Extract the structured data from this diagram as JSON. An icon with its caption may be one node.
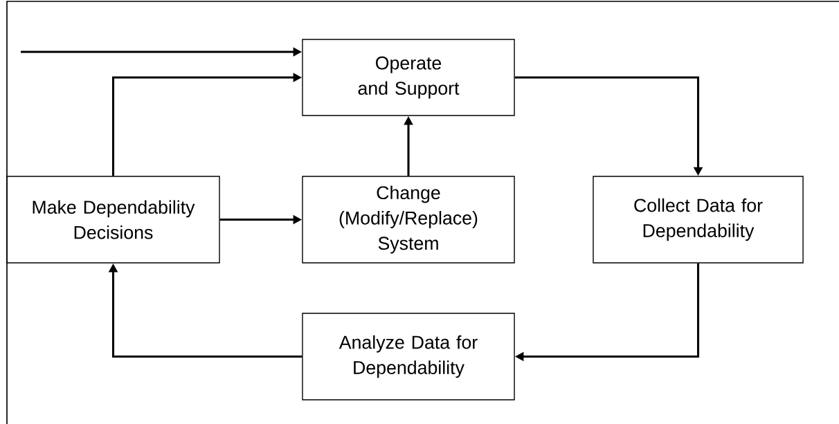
{
  "diagram": {
    "nodes": [
      {
        "text": [
          "Operate and Support"
        ]
      },
      {
        "text": [
          "Make Dependability Decisions"
        ]
      },
      {
        "text": [
          "Change (Modify/Replace) System"
        ]
      },
      {
        "text": [
          "Collect Data for Dependability"
        ]
      },
      {
        "text": [
          "Analyze Data for Dependability"
        ]
      }
    ],
    "edges": [
      {
        "from": null,
        "to": 0,
        "arrow": "to"
      },
      {
        "from": 1,
        "to": 0,
        "arrow": "to"
      },
      {
        "from": 2,
        "to": 0,
        "arrow": "to"
      },
      {
        "from": 0,
        "to": 3,
        "arrow": "to"
      },
      {
        "from": 3,
        "to": 4,
        "arrow": "to"
      },
      {
        "from": 4,
        "to": 1,
        "arrow": "to"
      },
      {
        "from": 1,
        "to": 2,
        "arrow": "to"
      }
    ]
  }
}
